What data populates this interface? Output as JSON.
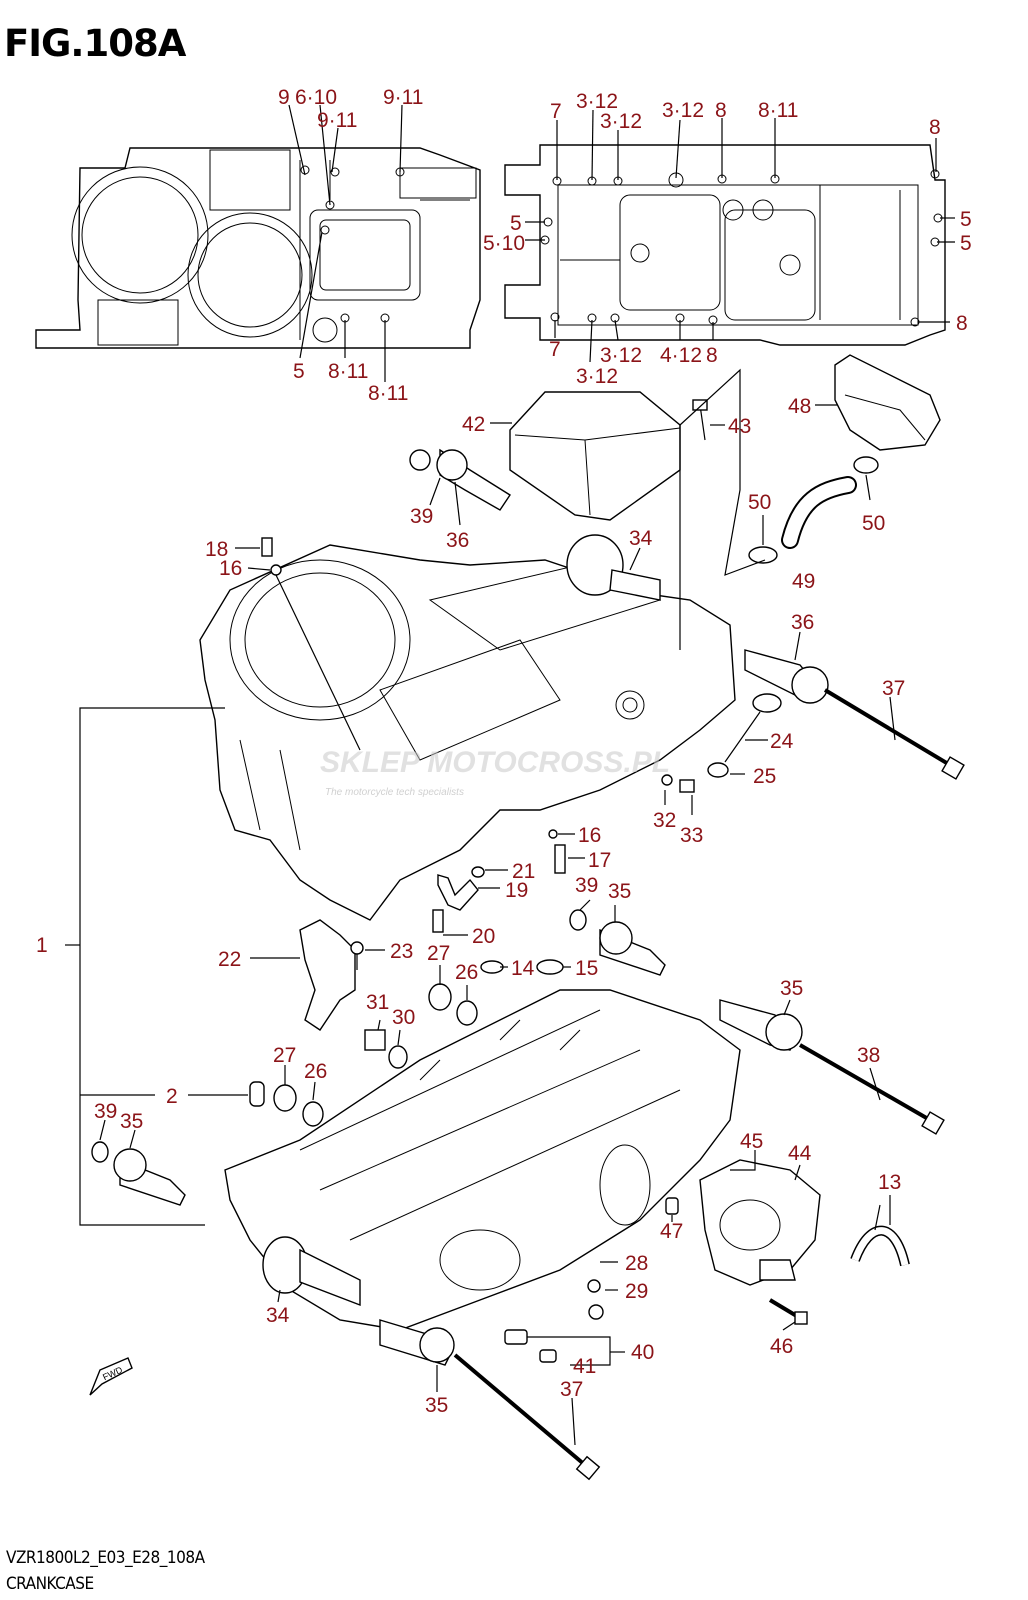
{
  "figure": {
    "title": "FIG.108A",
    "model_code": "VZR1800L2_E03_E28_108A",
    "name": "CRANKCASE"
  },
  "watermark": {
    "brand": "SKLEP MOTOCROSS.PL",
    "tagline": "The motorcycle tech specialists"
  },
  "callouts": {
    "c1": "1",
    "c2": "2",
    "c5a": "5",
    "c5b": "5",
    "c5c": "5",
    "c5d": "5",
    "c7a": "7",
    "c7b": "7",
    "c8a": "8",
    "c8b": "8",
    "c8c": "8",
    "c8d": "8",
    "c9": "9",
    "c6_10": "6·10",
    "c9_11a": "9·11",
    "c9_11b": "9·11",
    "c8_11a": "8·11",
    "c8_11b": "8·11",
    "c8_11c": "8·11",
    "c3_12a": "3·12",
    "c3_12b": "3·12",
    "c3_12c": "3·12",
    "c3_12d": "3·12",
    "c3_12e": "3·12",
    "c4_12": "4·12",
    "c5_10": "5·10",
    "c13": "13",
    "c14": "14",
    "c15": "15",
    "c16a": "16",
    "c16b": "16",
    "c17": "17",
    "c18": "18",
    "c19": "19",
    "c20": "20",
    "c21": "21",
    "c22": "22",
    "c23": "23",
    "c24": "24",
    "c25": "25",
    "c26a": "26",
    "c26b": "26",
    "c27a": "27",
    "c27b": "27",
    "c28": "28",
    "c29": "29",
    "c30": "30",
    "c31": "31",
    "c32": "32",
    "c33": "33",
    "c34a": "34",
    "c34b": "34",
    "c35a": "35",
    "c35b": "35",
    "c35c": "35",
    "c35d": "35",
    "c36a": "36",
    "c36b": "36",
    "c37a": "37",
    "c37b": "37",
    "c38": "38",
    "c39a": "39",
    "c39b": "39",
    "c39c": "39",
    "c40": "40",
    "c41": "41",
    "c42": "42",
    "c43": "43",
    "c44": "44",
    "c45": "45",
    "c46": "46",
    "c47": "47",
    "c48": "48",
    "c49": "49",
    "c50a": "50",
    "c50b": "50"
  },
  "fwd_label": "FWD",
  "colors": {
    "callout": "#8b1418",
    "line": "#000000",
    "watermark": "#c9c9c9",
    "background": "#ffffff"
  }
}
